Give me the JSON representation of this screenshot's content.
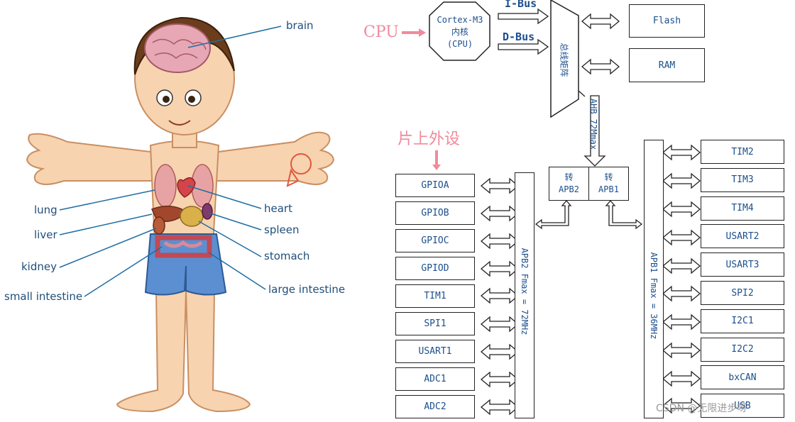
{
  "anatomy": {
    "labels": {
      "brain": "brain",
      "lung": "lung",
      "liver": "liver",
      "kidney": "kidney",
      "small_intestine": "small intestine",
      "heart": "heart",
      "spleen": "spleen",
      "stomach": "stomach",
      "large_intestine": "large intestine"
    }
  },
  "mcu": {
    "cpu_annotation": "CPU",
    "peripheral_annotation": "片上外设",
    "cpu_block": {
      "line1": "Cortex-M3",
      "line2": "内核",
      "line3": "(CPU)"
    },
    "ibus": "I-Bus",
    "dbus": "D-Bus",
    "bus_matrix": "总线矩阵",
    "flash": "Flash",
    "ram": "RAM",
    "ahb": "AHB 72Mmax",
    "bridge_apb2": {
      "line1": "转",
      "line2": "APB2"
    },
    "bridge_apb1": {
      "line1": "转",
      "line2": "APB1"
    },
    "apb2_bus": "APB2 Fmax = 72MHz",
    "apb1_bus": "APB1 Fmax = 36MHz",
    "apb2_peripherals": [
      "GPIOA",
      "GPIOB",
      "GPIOC",
      "GPIOD",
      "TIM1",
      "SPI1",
      "USART1",
      "ADC1",
      "ADC2"
    ],
    "apb1_peripherals": [
      "TIM2",
      "TIM3",
      "TIM4",
      "USART2",
      "USART3",
      "SPI2",
      "I2C1",
      "I2C2",
      "bxCAN",
      "USB"
    ]
  },
  "watermark": "CSDN @无限进步呀",
  "colors": {
    "box_text": "#1c4f8c",
    "annotation_pink": "#f08a9c",
    "label_blue": "#1f4e7a"
  }
}
